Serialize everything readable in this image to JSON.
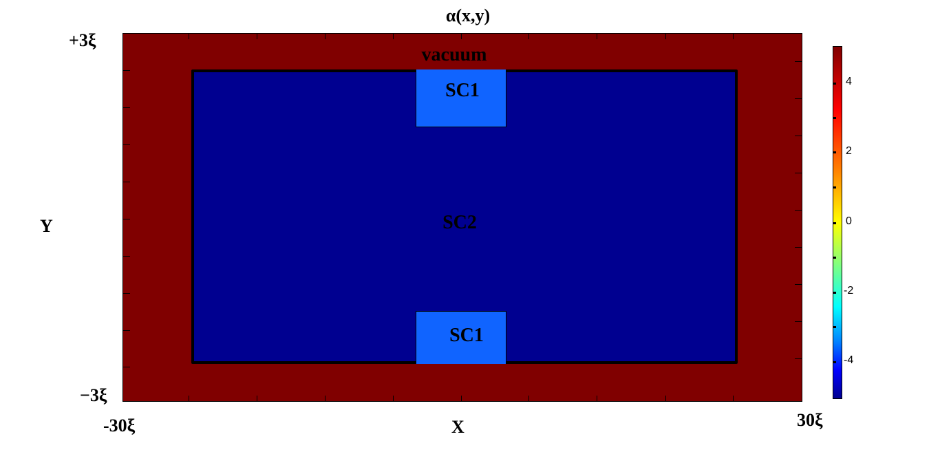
{
  "chart_data": {
    "type": "heatmap",
    "title": "α(x,y)",
    "xlabel": "X",
    "ylabel": "Y",
    "x_tick_labels": [
      "-30ξ",
      "30ξ"
    ],
    "y_tick_labels": [
      "+3ξ",
      "−3ξ"
    ],
    "xlim": [
      "-30ξ",
      "30ξ"
    ],
    "ylim": [
      "−3ξ",
      "+3ξ"
    ],
    "regions": [
      {
        "name": "vacuum",
        "value": 5,
        "color": "#800000",
        "extent": "entire domain border"
      },
      {
        "name": "SC2",
        "value": -5,
        "color": "#000090",
        "extent": "large central rectangle"
      },
      {
        "name": "SC1",
        "value": -3,
        "color": "#1064ff",
        "extent": "top center block"
      },
      {
        "name": "SC1",
        "value": -3,
        "color": "#1064ff",
        "extent": "bottom center block"
      }
    ],
    "colorbar": {
      "colormap": "jet",
      "range": [
        -5,
        5
      ],
      "tick_labels": [
        "4",
        "2",
        "0",
        "-2",
        "-4"
      ],
      "tick_values": [
        4,
        2,
        0,
        -2,
        -4
      ]
    },
    "grid": false
  },
  "labels": {
    "title": "α(x,y)",
    "vacuum": "vacuum",
    "sc2": "SC2",
    "sc1_top": "SC1",
    "sc1_bottom": "SC1",
    "xlabel": "X",
    "ylabel": "Y",
    "x_min": "-30ξ",
    "x_max": "30ξ",
    "y_max": "+3ξ",
    "y_min": "−3ξ"
  },
  "colorbar_labels": [
    "4",
    "2",
    "0",
    "-2",
    "-4"
  ]
}
